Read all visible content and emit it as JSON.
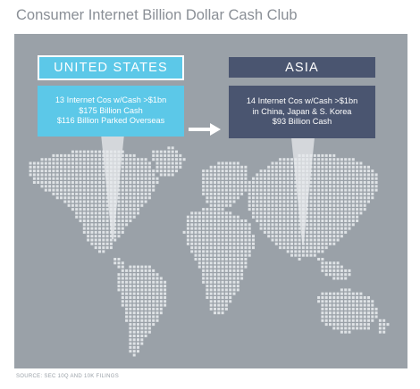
{
  "title": "Consumer Internet Billion Dollar Cash Club",
  "us": {
    "header": "UNITED STATES",
    "lines": [
      "13 Internet Cos w/Cash >$1bn",
      "$175 Billion Cash",
      "$116 Billion Parked Overseas"
    ]
  },
  "asia": {
    "header": "ASIA",
    "lines": [
      "14 Internet Cos w/Cash >$1bn",
      "in China, Japan & S. Korea",
      "$93 Billion Cash"
    ]
  },
  "source": "SOURCE: SEC 10Q AND 10K FILINGS",
  "colors": {
    "us_accent": "#5cc8e8",
    "asia_accent": "#4a5570",
    "map_background": "#9aa1a8",
    "land_dots": "#dfe3e6"
  },
  "icons": {
    "arrow": "right-arrow-icon"
  }
}
